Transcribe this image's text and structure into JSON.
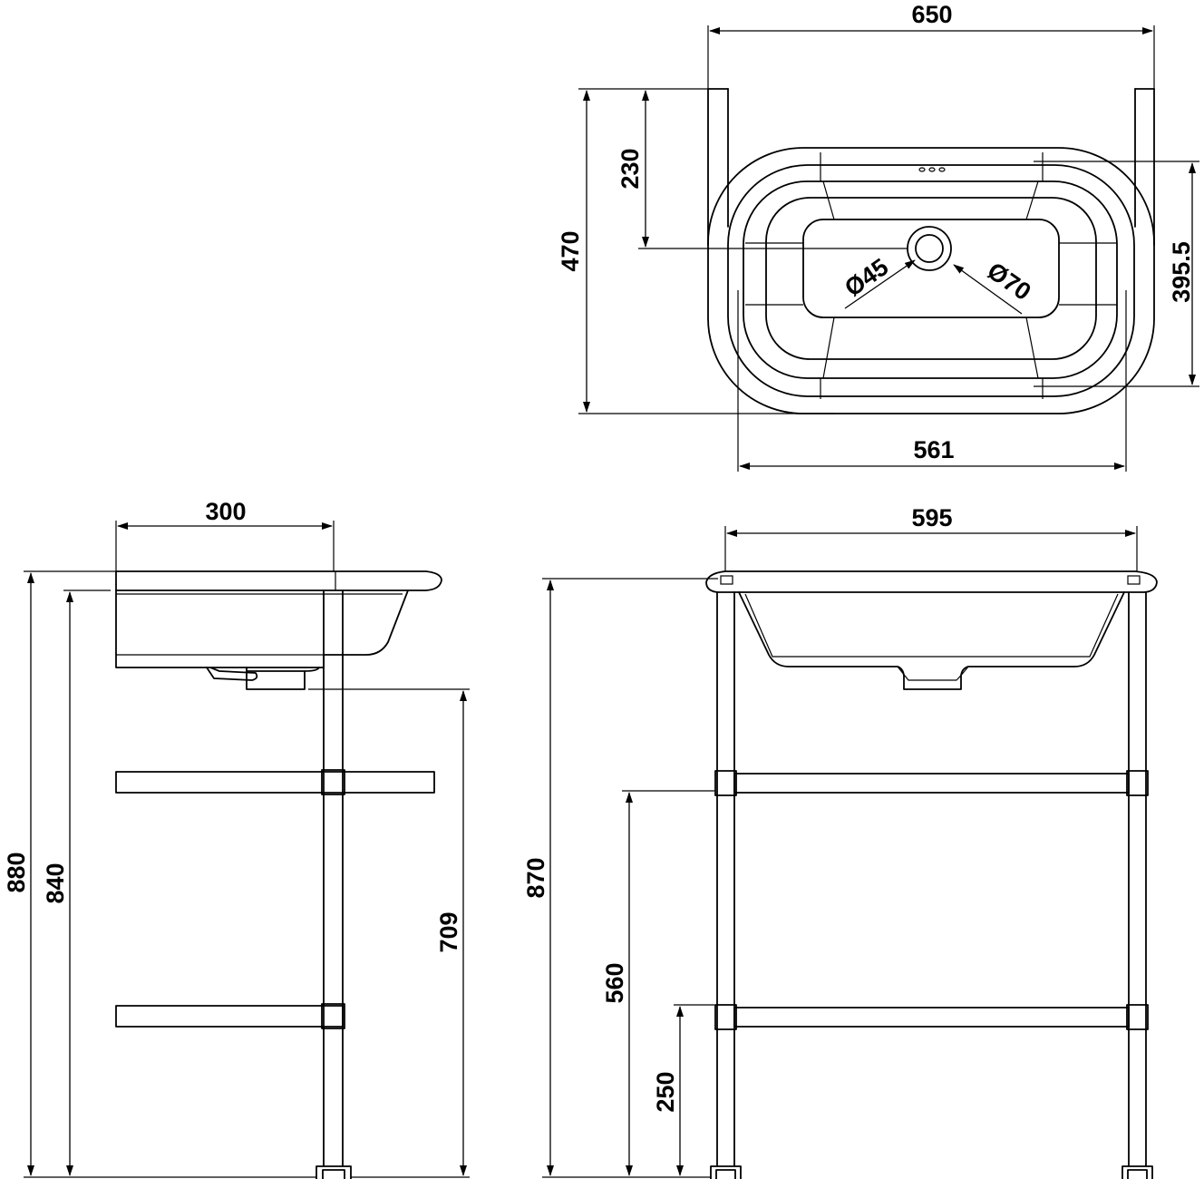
{
  "top_view": {
    "width_label": "650",
    "depth_label": "470",
    "tap_offset_label": "230",
    "bowl_depth_label": "395.5",
    "bowl_width_label": "561",
    "waste_diameter_label": "Ø45",
    "outer_diameter_label": "Ø70"
  },
  "side_view": {
    "depth_label": "300",
    "total_height_label": "880",
    "rim_height_label": "840",
    "waste_height_label": "709"
  },
  "front_view": {
    "width_label": "595",
    "height_label": "870",
    "upper_shelf_label": "560",
    "lower_shelf_label": "250"
  }
}
